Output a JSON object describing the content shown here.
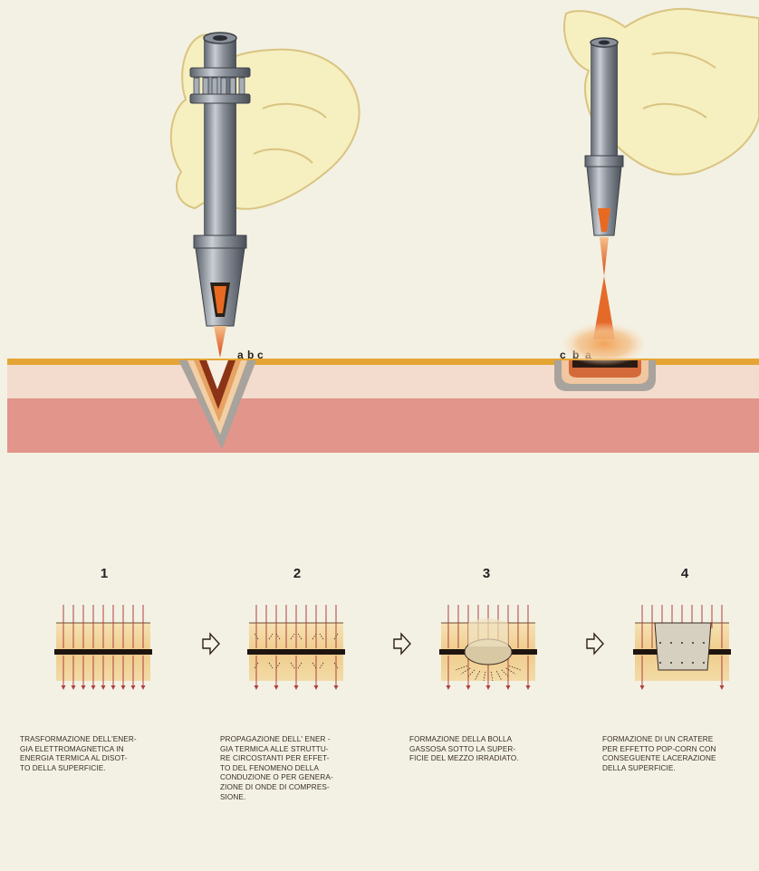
{
  "figure": {
    "left_labels": [
      "a",
      "b",
      "c"
    ],
    "right_labels": [
      "c",
      "b",
      "a"
    ]
  },
  "steps": [
    {
      "number": "1",
      "caption": "TRASFORMAZIONE DELL'ENER-\nGIA ELETTROMAGNETICA IN\nENERGIA TERMICA AL DISOT-\nTO DELLA SUPERFICIE."
    },
    {
      "number": "2",
      "caption": "PROPAGAZIONE DELL' ENER -\nGIA TERMICA ALLE STRUTTU-\nRE CIRCOSTANTI PER EFFET-\nTO DEL FENOMENO DELLA\nCONDUZIONE O PER GENERA-\nZIONE DI ONDE DI COMPRES-\nSIONE."
    },
    {
      "number": "3",
      "caption": "FORMAZIONE DELLA BOLLA\nGASSOSA SOTTO LA SUPER-\nFICIE DEL MEZZO IRRADIATO."
    },
    {
      "number": "4",
      "caption": "FORMAZIONE DI UN CRATERE\nPER EFFETTO POP-CORN CON\nCONSEGUENTE LACERAZIONE\nDELLA SUPERFICIE."
    }
  ],
  "colors": {
    "background": "#f3f1e4",
    "skin": "#f6efc0",
    "tissue_light": "#f3dccd",
    "tissue_dark": "#e2958a",
    "surface_line": "#e5a534",
    "beam": "#e05a20"
  }
}
